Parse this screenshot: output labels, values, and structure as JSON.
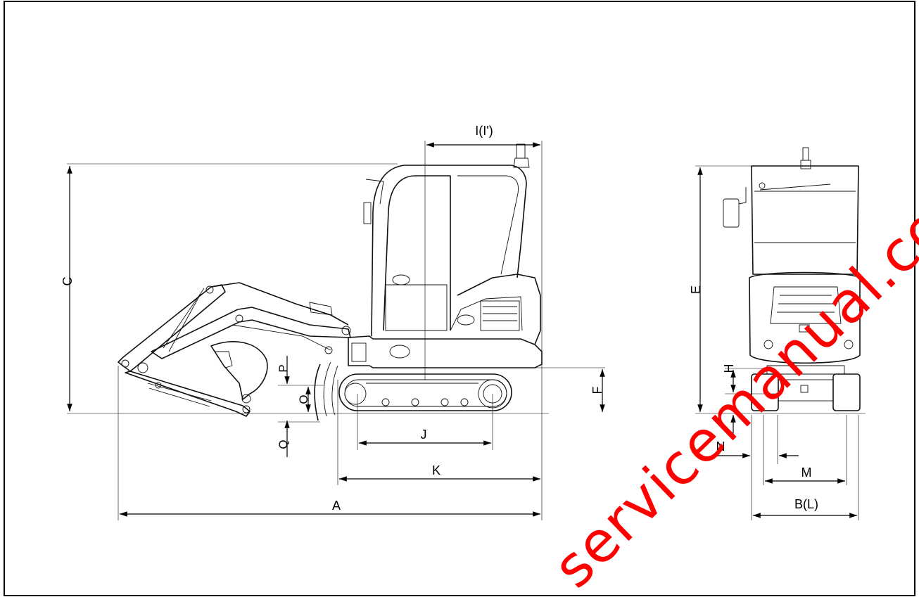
{
  "dimensions": {
    "A": "A",
    "B": "B(L)",
    "C": "C",
    "E": "E",
    "F": "F",
    "H": "H",
    "I": "I(I')",
    "J": "J",
    "K": "K",
    "M": "M",
    "N": "N",
    "O": "O",
    "P": "P",
    "Q": "Q"
  },
  "watermark": {
    "text": "servicemanual.com",
    "color": "#ff0000"
  }
}
